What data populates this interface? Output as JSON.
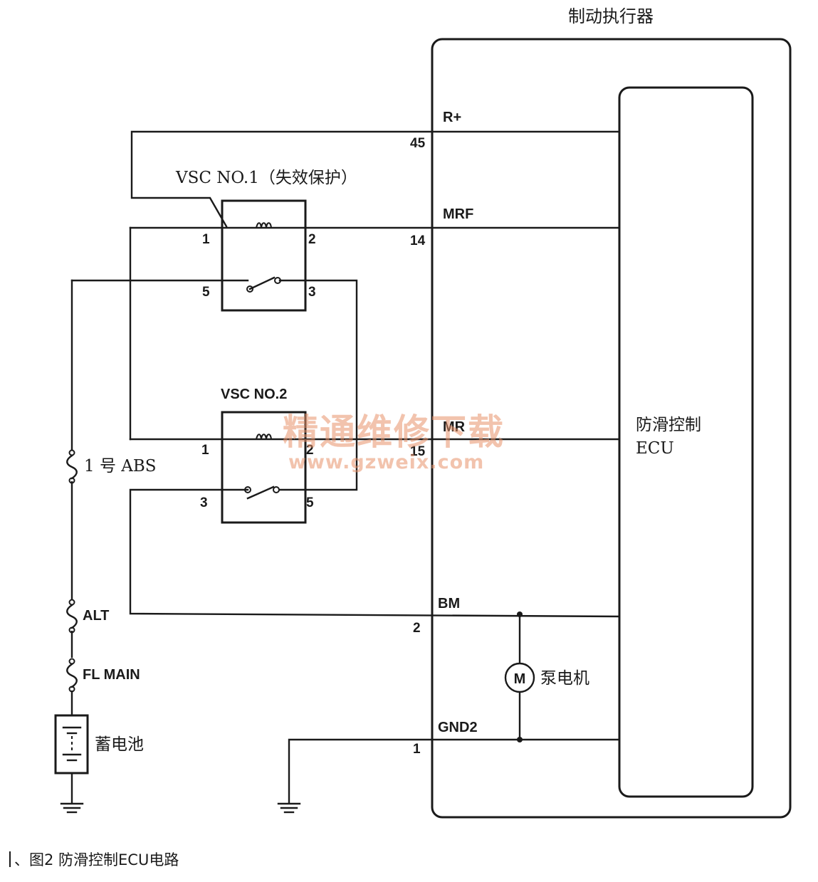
{
  "title": "制动执行器",
  "ecu": {
    "line1": "防滑控制",
    "line2": "ECU"
  },
  "relay1": {
    "label": "VSC NO.1（失效保护）",
    "pins": [
      "1",
      "2",
      "5",
      "3"
    ]
  },
  "relay2": {
    "label": "VSC NO.2",
    "pins": [
      "1",
      "2",
      "3",
      "5"
    ]
  },
  "signals": [
    {
      "name": "R+",
      "pin": "45"
    },
    {
      "name": "MRF",
      "pin": "14"
    },
    {
      "name": "MR",
      "pin": "15"
    },
    {
      "name": "BM",
      "pin": "2"
    },
    {
      "name": "GND2",
      "pin": "1"
    }
  ],
  "fuses": [
    "1 号 ABS",
    "ALT",
    "FL MAIN"
  ],
  "battery_label": "蓄电池",
  "motor": {
    "symbol": "M",
    "label": "泵电机"
  },
  "watermark": {
    "line1": "精通维修下载",
    "line2": "www.gzweix.com"
  },
  "caption": "、图2   防滑控制ECU电路"
}
